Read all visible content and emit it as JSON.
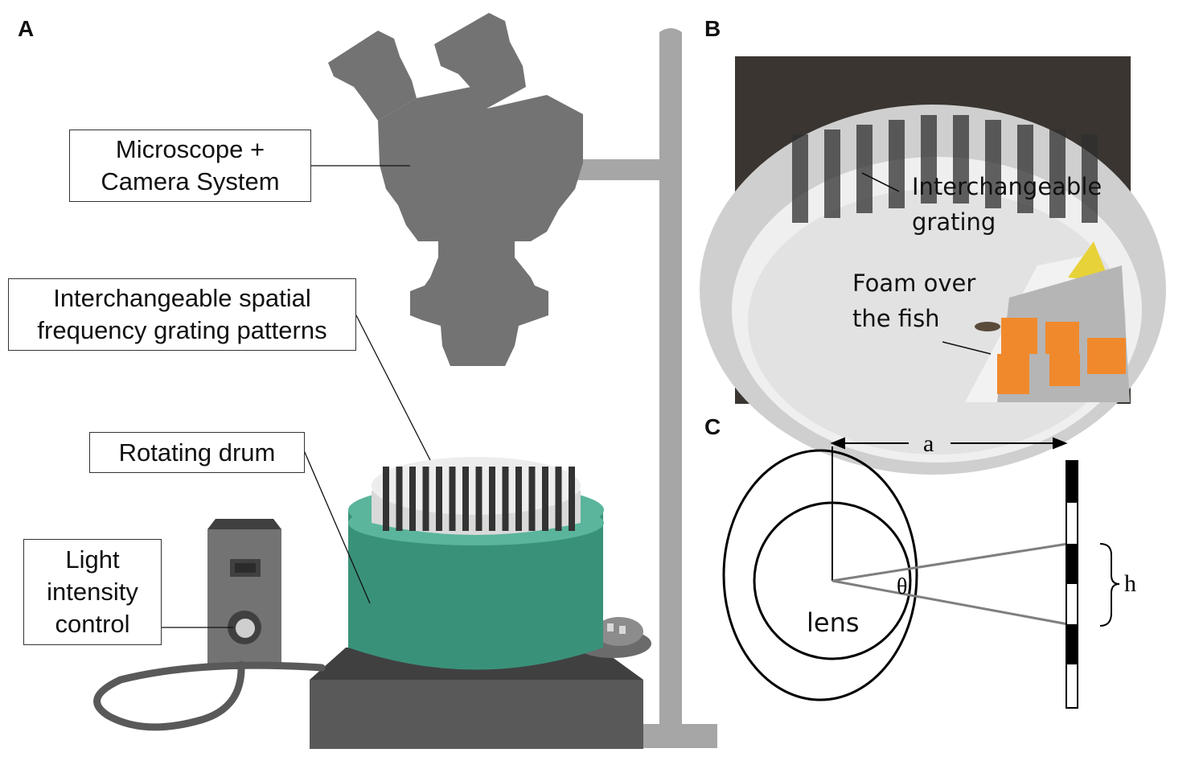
{
  "panels": {
    "a": "A",
    "b": "B",
    "c": "C"
  },
  "labels": {
    "microscope": [
      "Microscope +",
      "Camera System"
    ],
    "grating_patterns": [
      "Interchangeable spatial",
      "frequency grating patterns"
    ],
    "drum": "Rotating drum",
    "light": [
      "Light",
      "intensity",
      "control"
    ]
  },
  "photo_labels": {
    "grating": [
      "Interchangeable",
      "grating"
    ],
    "foam": [
      "Foam over",
      "the fish"
    ]
  },
  "geometry_labels": {
    "distance": "a",
    "height": "h",
    "angle": "θ",
    "lens": "lens"
  },
  "colors": {
    "microscope": "#737373",
    "stand": "#a6a6a6",
    "drum": "#3a917a",
    "drum_rim": "#5ab59c",
    "base": "#595959",
    "control_box": "#737373"
  }
}
